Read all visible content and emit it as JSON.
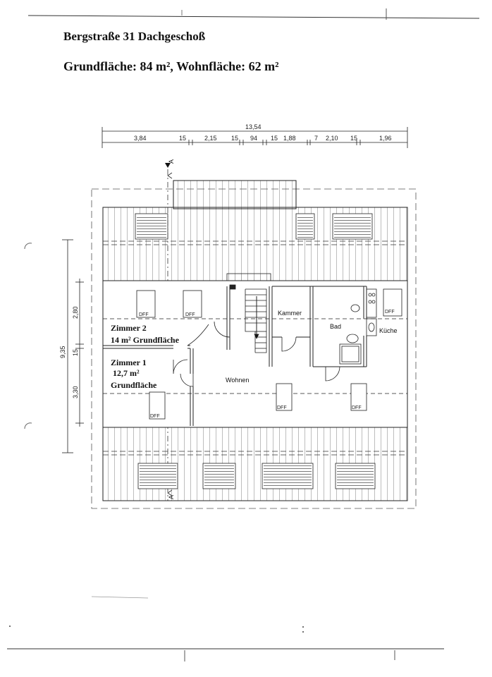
{
  "header": {
    "title": "Bergstraße 31  Dachgeschoß",
    "subtitle": "Grundfläche: 84 m², Wohnfläche: 62 m²"
  },
  "dimensions": {
    "total_width": "13,54",
    "segments": [
      "3,84",
      "15",
      "2,15",
      "15",
      "94",
      "15",
      "1,88",
      "7",
      "2,10",
      "15",
      "1,96"
    ],
    "vertical_total": "9,35",
    "vertical_segments": [
      "2,80",
      "15",
      "3,30"
    ]
  },
  "section_marks": {
    "top": "A",
    "bottom": "A"
  },
  "rooms": {
    "kammer": "Kammer",
    "bad": "Bad",
    "kueche": "Küche",
    "wohnen": "Wohnen",
    "zimmer2_name": "Zimmer 2",
    "zimmer2_area": "14 m² Grundfläche",
    "zimmer1_name": "Zimmer 1",
    "zimmer1_area": "12,7 m²",
    "zimmer1_area_label": "Grundfläche"
  },
  "windows": {
    "dff": "DFF"
  },
  "colors": {
    "line": "#222222",
    "paper": "#ffffff"
  }
}
